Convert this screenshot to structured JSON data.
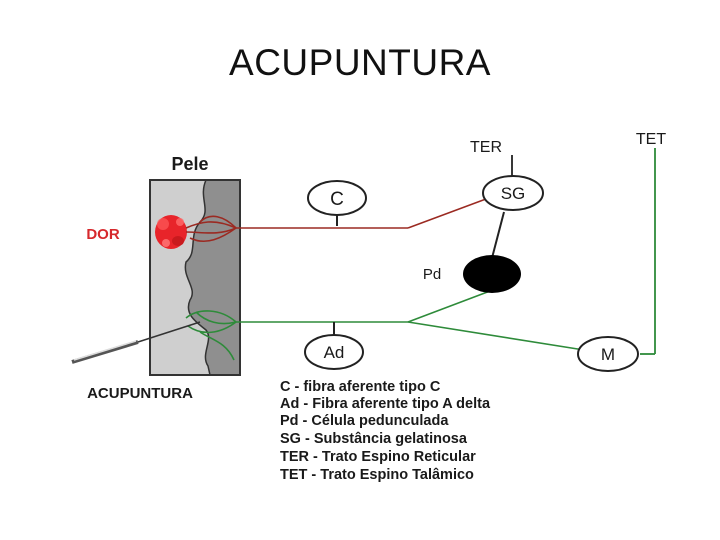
{
  "title": "ACUPUNTURA",
  "diagram": {
    "skin_label": "Pele",
    "pain_label": "DOR",
    "needle_label": "ACUPUNTURA",
    "tract_ter": "TER",
    "tract_tet": "TET",
    "node_c": "C",
    "node_sg": "SG",
    "node_pd": "Pd",
    "node_ad": "Ad",
    "node_m": "M"
  },
  "legend": [
    "C - fibra aferente tipo C",
    "Ad - Fibra aferente tipo A delta",
    "Pd - Célula pedunculada",
    "SG - Substância gelatinosa",
    "TER - Trato Espino Reticular",
    "TET - Trato Espino Talâmico"
  ],
  "colors": {
    "pain_red": "#e8242a",
    "c_fiber": "#9b2a22",
    "ad_fiber": "#2e8b3a",
    "skin_light": "#cfcfcf",
    "skin_dark": "#8f8f8f"
  }
}
